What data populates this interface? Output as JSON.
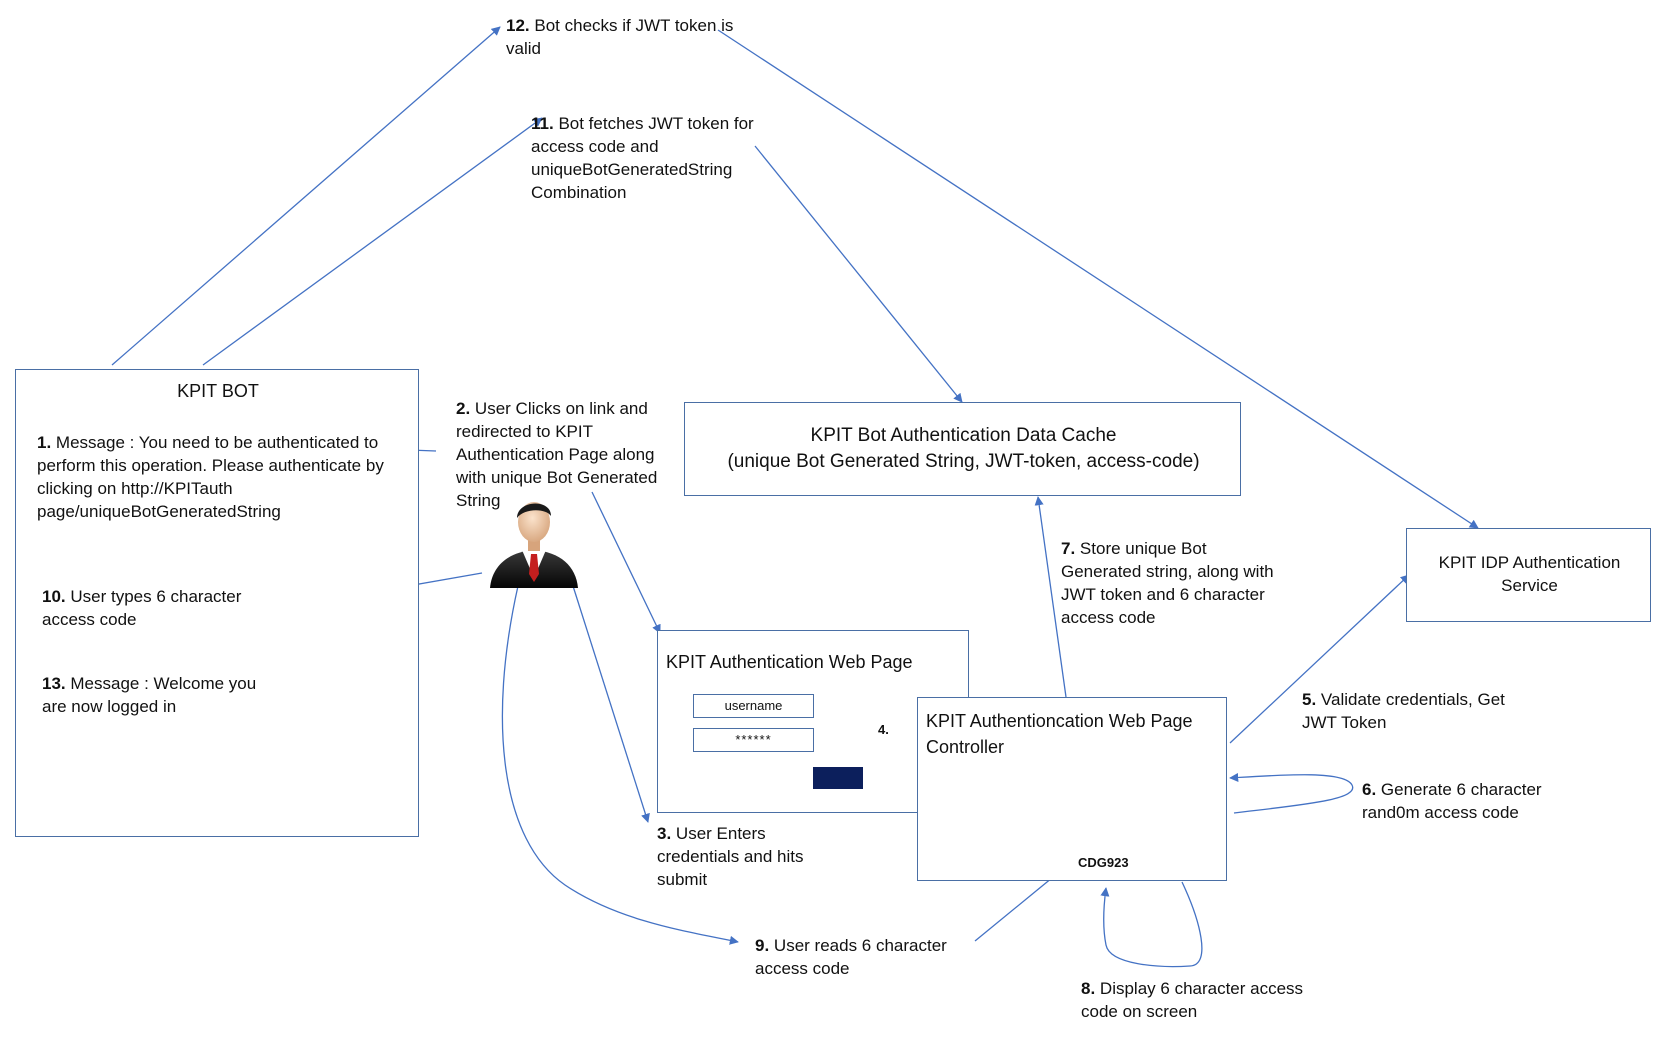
{
  "diagram": {
    "nodes": {
      "kpit_bot": {
        "title": "KPIT BOT",
        "step1_num": "1.",
        "step1_text": "Message : You need to be authenticated to perform this operation. Please authenticate by clicking on http://KPITauth page/uniqueBotGeneratedString",
        "step10_num": "10.",
        "step10_text": "User types 6 character access code",
        "step13_num": "13.",
        "step13_text": "Message : Welcome you are now logged in"
      },
      "data_cache": {
        "line1": "KPIT Bot Authentication Data Cache",
        "line2": "(unique Bot Generated String, JWT-token, access-code)"
      },
      "idp_service": {
        "title": "KPIT IDP Authentication Service"
      },
      "web_page": {
        "title": "KPIT Authentication Web Page",
        "username_field": "username",
        "password_field": "******"
      },
      "controller": {
        "title": "KPIT Authentioncation Web Page Controller",
        "access_code": "CDG923"
      },
      "user": {
        "icon": "user-icon"
      }
    },
    "steps": {
      "s2": {
        "num": "2.",
        "text": "User Clicks on link and redirected to KPIT Authentication Page along with unique Bot Generated String"
      },
      "s3": {
        "num": "3.",
        "text": "User Enters credentials and hits submit"
      },
      "s4": {
        "num": "4.",
        "text": ""
      },
      "s5": {
        "num": "5.",
        "text": "Validate credentials, Get JWT Token"
      },
      "s6": {
        "num": "6.",
        "text": "Generate 6 character rand0m access code"
      },
      "s7": {
        "num": "7.",
        "text": "Store unique Bot Generated string, along with JWT token and 6 character access code"
      },
      "s8": {
        "num": "8.",
        "text": "Display 6 character access code on screen"
      },
      "s9": {
        "num": "9.",
        "text": "User reads 6 character access code"
      },
      "s11": {
        "num": "11.",
        "text": "Bot fetches JWT token for access code and uniqueBotGeneratedString Combination"
      },
      "s12": {
        "num": "12.",
        "text": "Bot checks if JWT token is valid"
      }
    },
    "colors": {
      "arrow": "#4472c4",
      "box_border": "#4a6fa5",
      "submit_button": "#0c1f5c"
    }
  }
}
